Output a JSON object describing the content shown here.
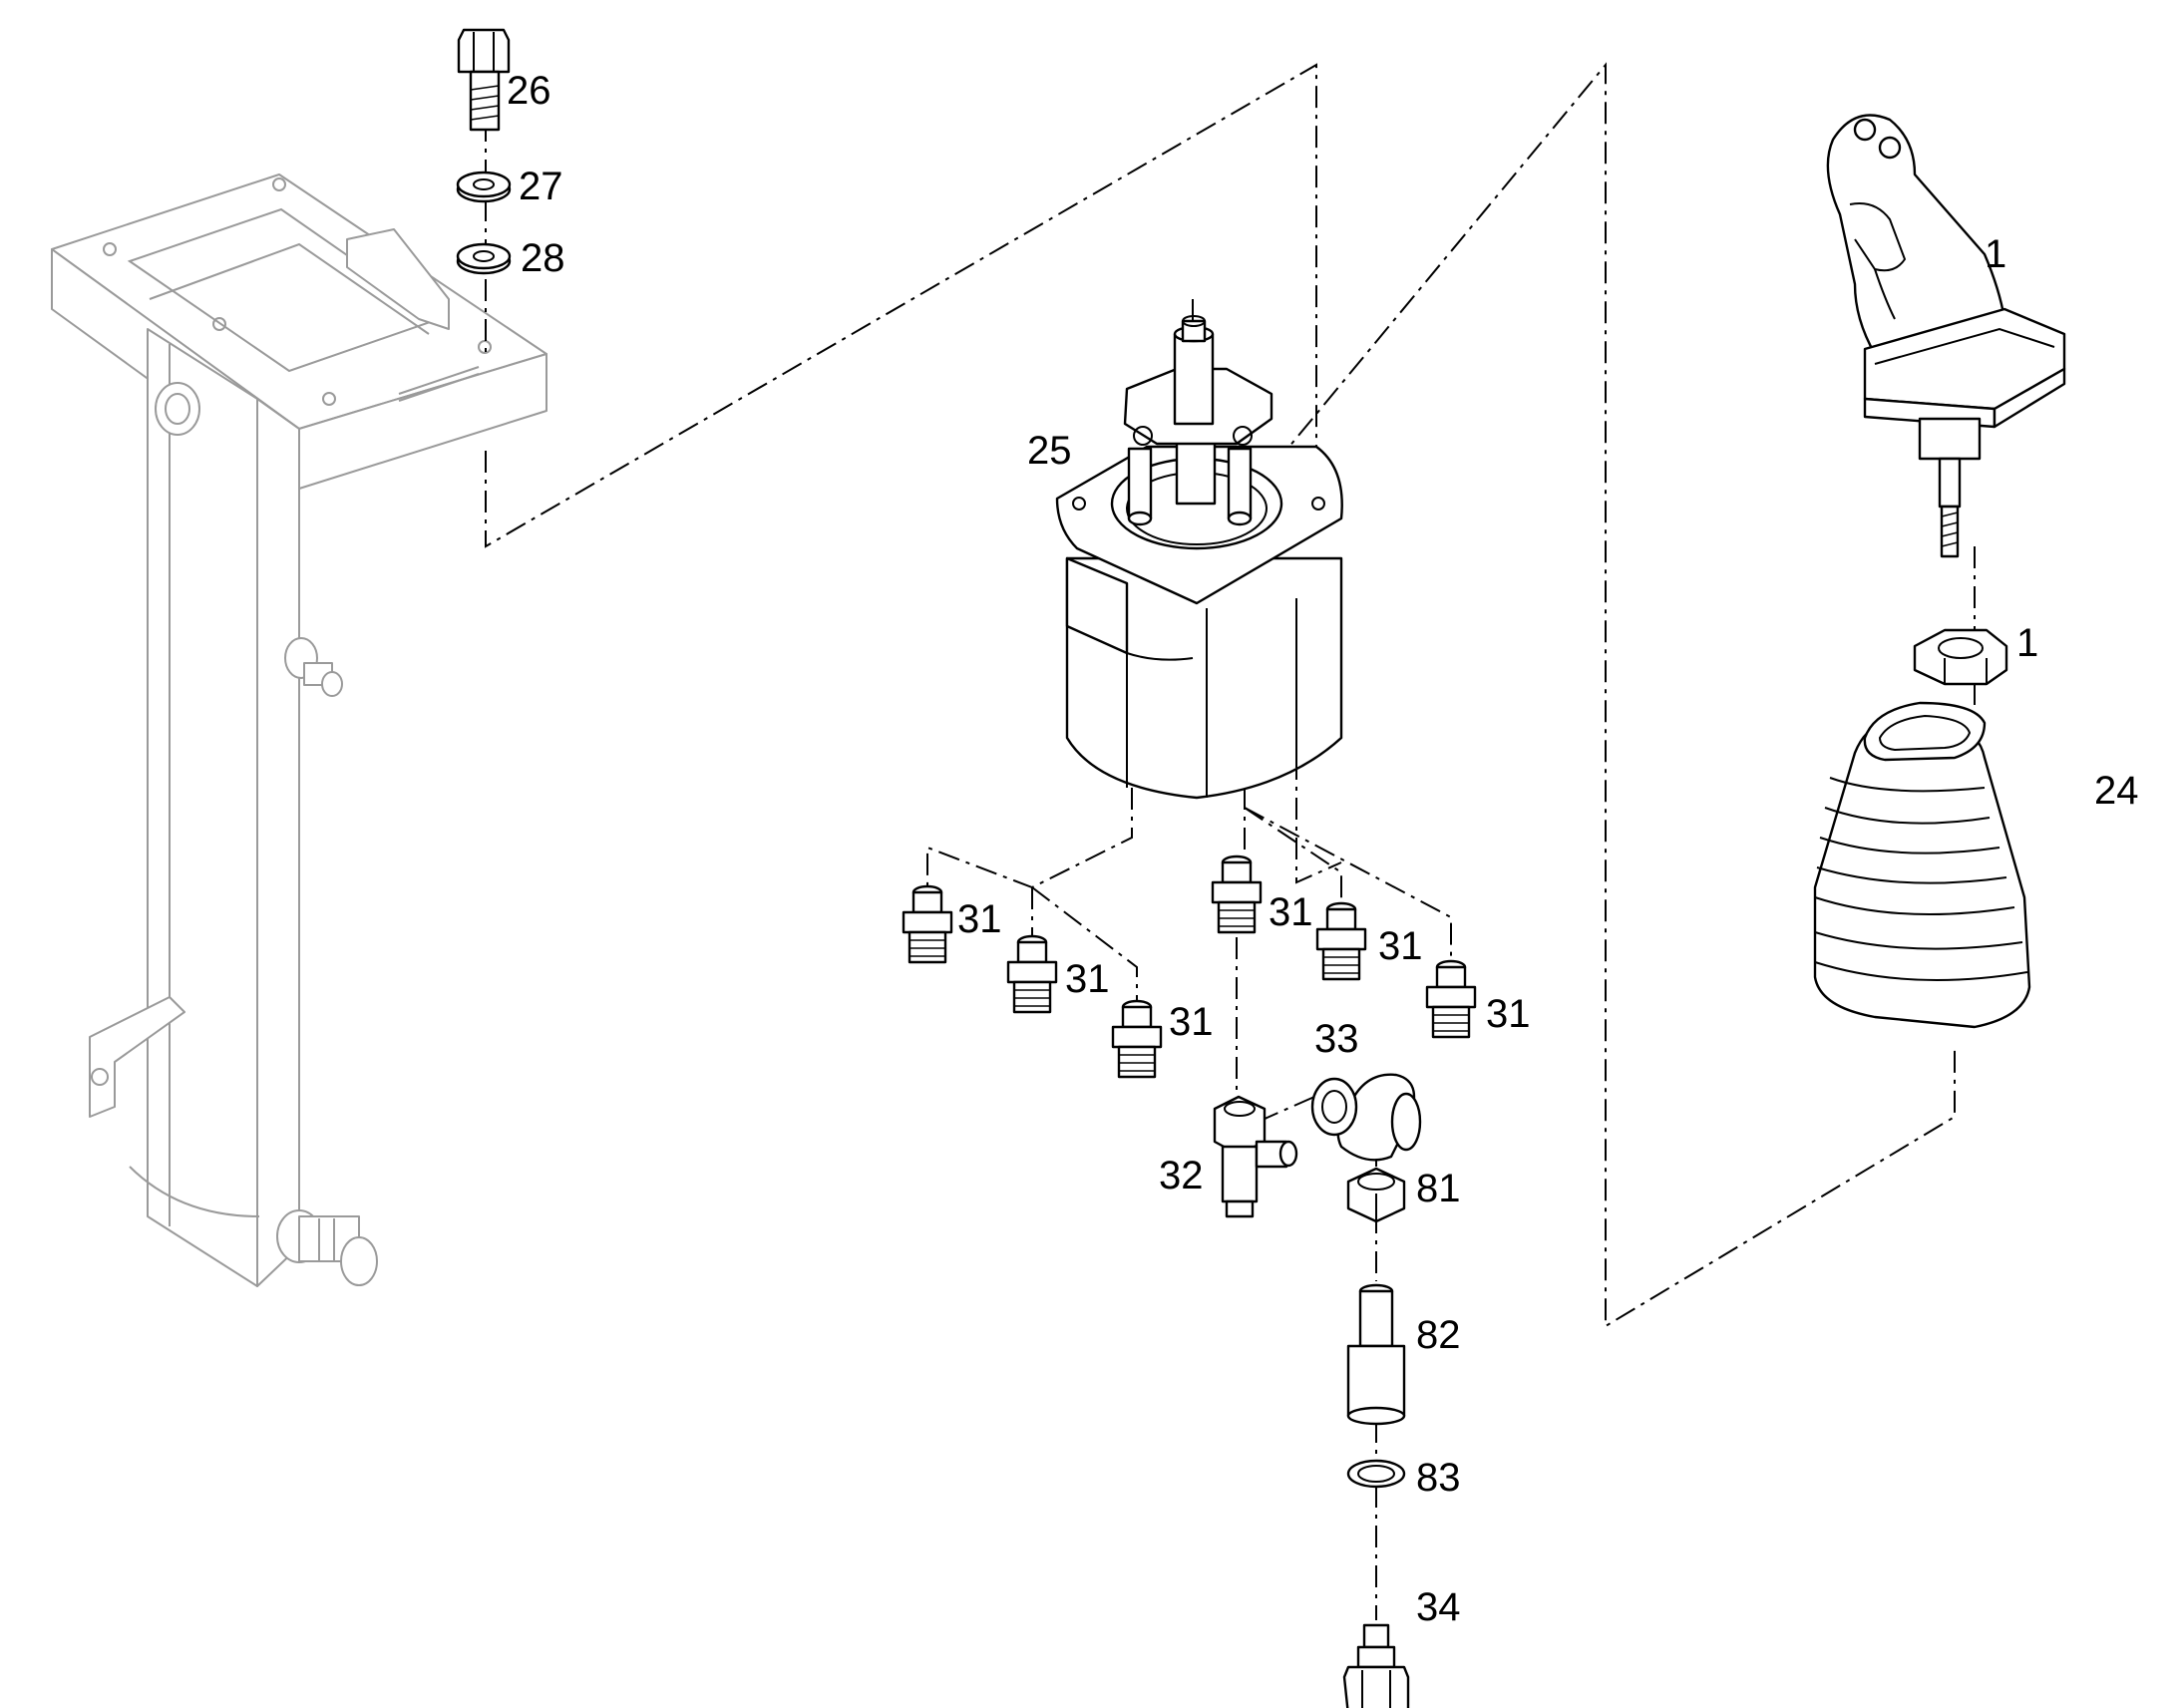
{
  "diagram": {
    "type": "exploded parts diagram",
    "line_color": "#000000",
    "frame_color": "#9a9a9a",
    "background": "#ffffff",
    "callouts": [
      {
        "id": "26",
        "label": "26",
        "part": "bolt"
      },
      {
        "id": "27",
        "label": "27",
        "part": "washer"
      },
      {
        "id": "28",
        "label": "28",
        "part": "lock washer"
      },
      {
        "id": "25",
        "label": "25",
        "part": "pilot control valve"
      },
      {
        "id": "1a",
        "label": "1",
        "part": "joystick handle"
      },
      {
        "id": "1b",
        "label": "1",
        "part": "nut"
      },
      {
        "id": "24",
        "label": "24",
        "part": "rubber boot"
      },
      {
        "id": "31a",
        "label": "31",
        "part": "fitting"
      },
      {
        "id": "31b",
        "label": "31",
        "part": "fitting"
      },
      {
        "id": "31c",
        "label": "31",
        "part": "fitting"
      },
      {
        "id": "31d",
        "label": "31",
        "part": "fitting"
      },
      {
        "id": "31e",
        "label": "31",
        "part": "fitting"
      },
      {
        "id": "31f",
        "label": "31",
        "part": "fitting"
      },
      {
        "id": "33",
        "label": "33",
        "part": "elbow fitting"
      },
      {
        "id": "32",
        "label": "32",
        "part": "tee fitting"
      },
      {
        "id": "81",
        "label": "81",
        "part": "nut"
      },
      {
        "id": "82",
        "label": "82",
        "part": "sleeve"
      },
      {
        "id": "83",
        "label": "83",
        "part": "seal ring"
      },
      {
        "id": "34",
        "label": "34",
        "part": "pressure switch"
      }
    ]
  }
}
